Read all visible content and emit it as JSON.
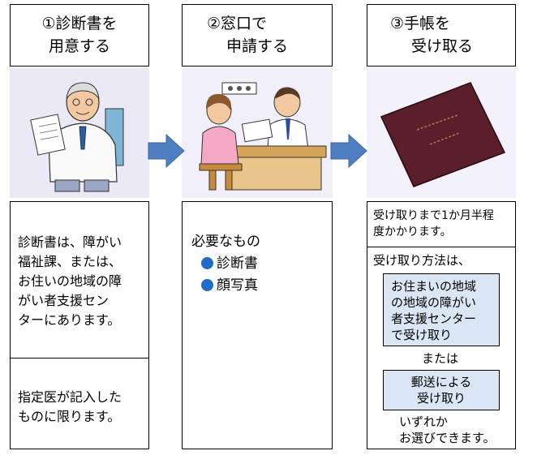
{
  "steps": [
    {
      "title_line1": "①診断書を",
      "title_line2": "用意する"
    },
    {
      "title_line1": "②窓口で",
      "title_line2": "申請する"
    },
    {
      "title_line1": "③手帳を",
      "title_line2": "受け取る"
    }
  ],
  "step1_notes": {
    "note1": [
      "診断書は、障がい",
      "福祉課、または、",
      "お住いの地域の障",
      "がい者支援セン",
      "ターにあります。"
    ],
    "note2": [
      "指定医が記入した",
      "ものに限ります。"
    ]
  },
  "step2_notes": {
    "heading": "必要なもの",
    "items": [
      "診断書",
      "顔写真"
    ]
  },
  "step3_notes": {
    "duration": [
      "受け取りまで1か月半程",
      "度かかります。"
    ],
    "method_heading": "受け取り方法は、",
    "option1": [
      "お住まいの地域",
      "の地域の障がい",
      "者支援センター",
      "で受け取り"
    ],
    "or": "または",
    "option2": [
      "郵送による",
      "受け取り"
    ],
    "closing": [
      "いずれか",
      "お選びできます。"
    ]
  },
  "colors": {
    "illustration_bg": "#ece9f6",
    "arrow": "#4f7fc1",
    "bullet": "#1f6bc7",
    "option_bg": "#dbe6f4",
    "passbook": "#5a1f2a"
  }
}
